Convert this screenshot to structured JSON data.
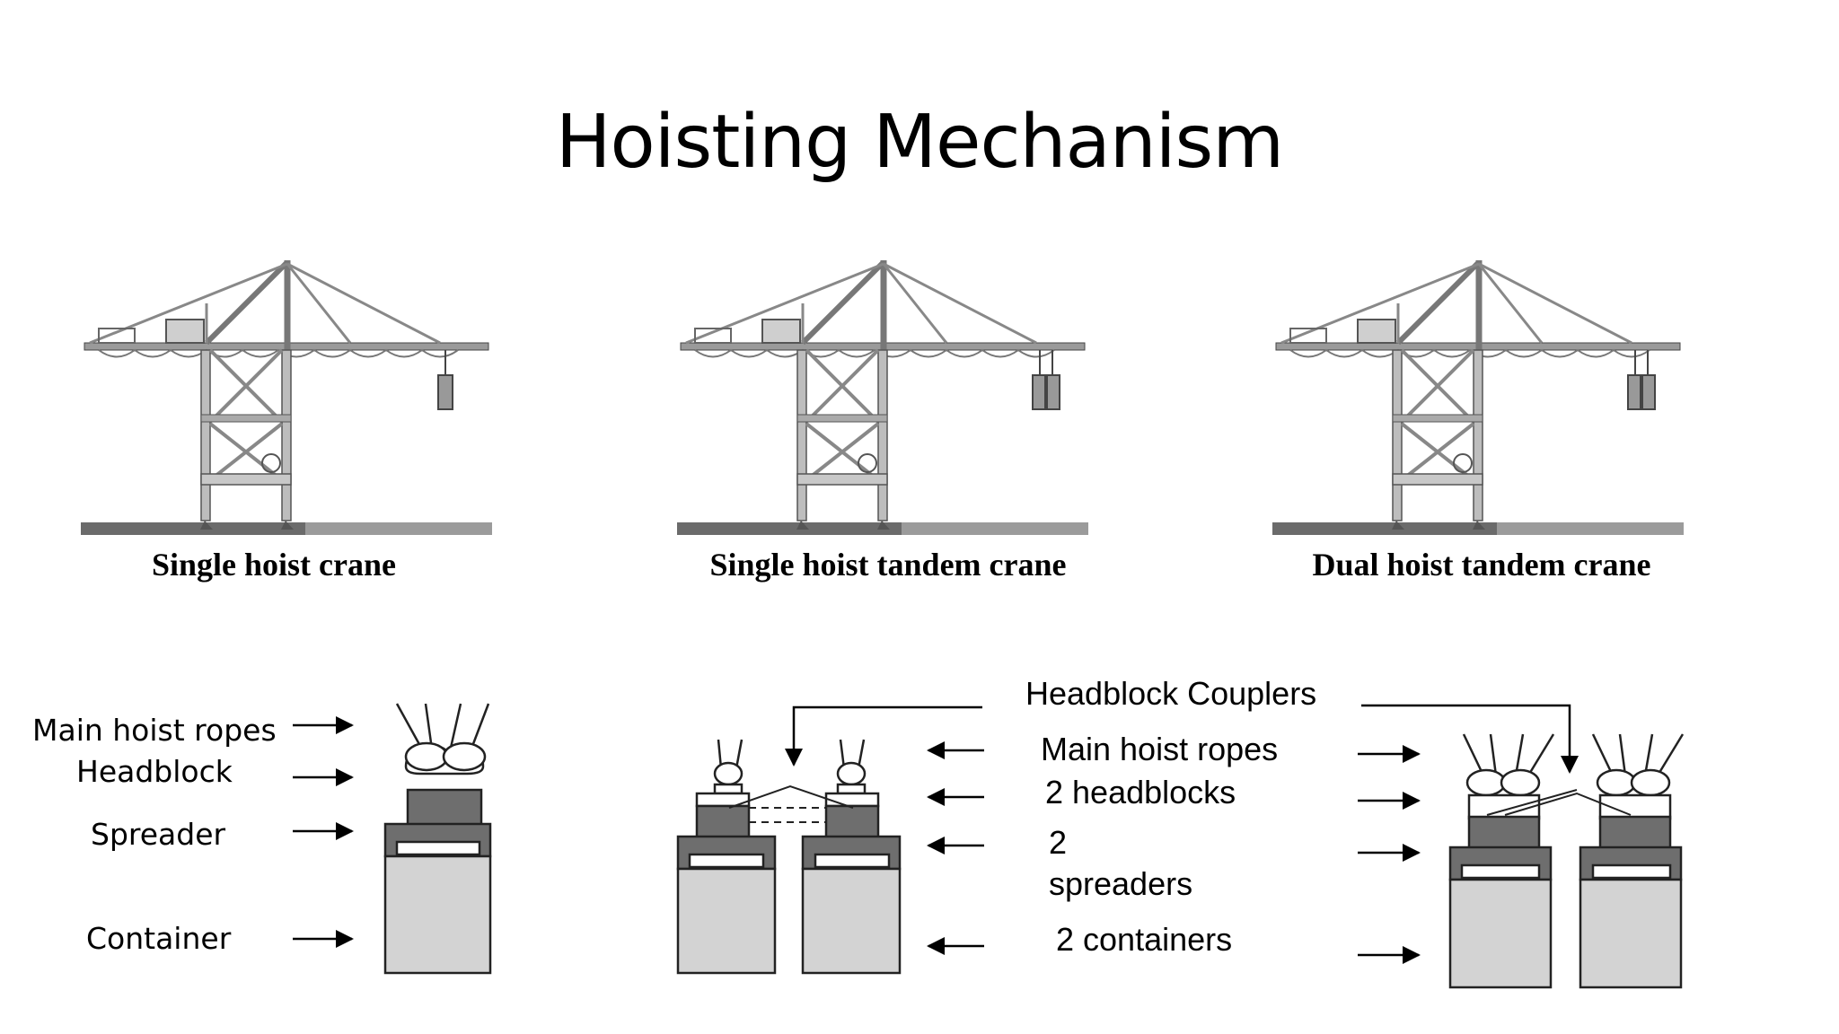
{
  "slide": {
    "title": "Hoisting Mechanism"
  },
  "cranes": [
    {
      "caption": "Single hoist crane"
    },
    {
      "caption": "Single hoist tandem crane"
    },
    {
      "caption": "Dual hoist tandem crane"
    }
  ],
  "single_labels": {
    "ropes": "Main hoist ropes",
    "headblock": "Headblock",
    "spreader": "Spreader",
    "container": "Container"
  },
  "tandem_labels": {
    "couplers": "Headblock Couplers",
    "ropes": "Main hoist ropes",
    "headblocks": "2 headblocks",
    "spreaders_num": "2",
    "spreaders_word": "spreaders",
    "containers": "2 containers"
  },
  "colors": {
    "steel": "#8a8a8a",
    "dark_block": "#6e6e6e",
    "container": "#d3d3d3",
    "ground_dark": "#6b6b6b",
    "ground_light": "#9b9b9b"
  }
}
